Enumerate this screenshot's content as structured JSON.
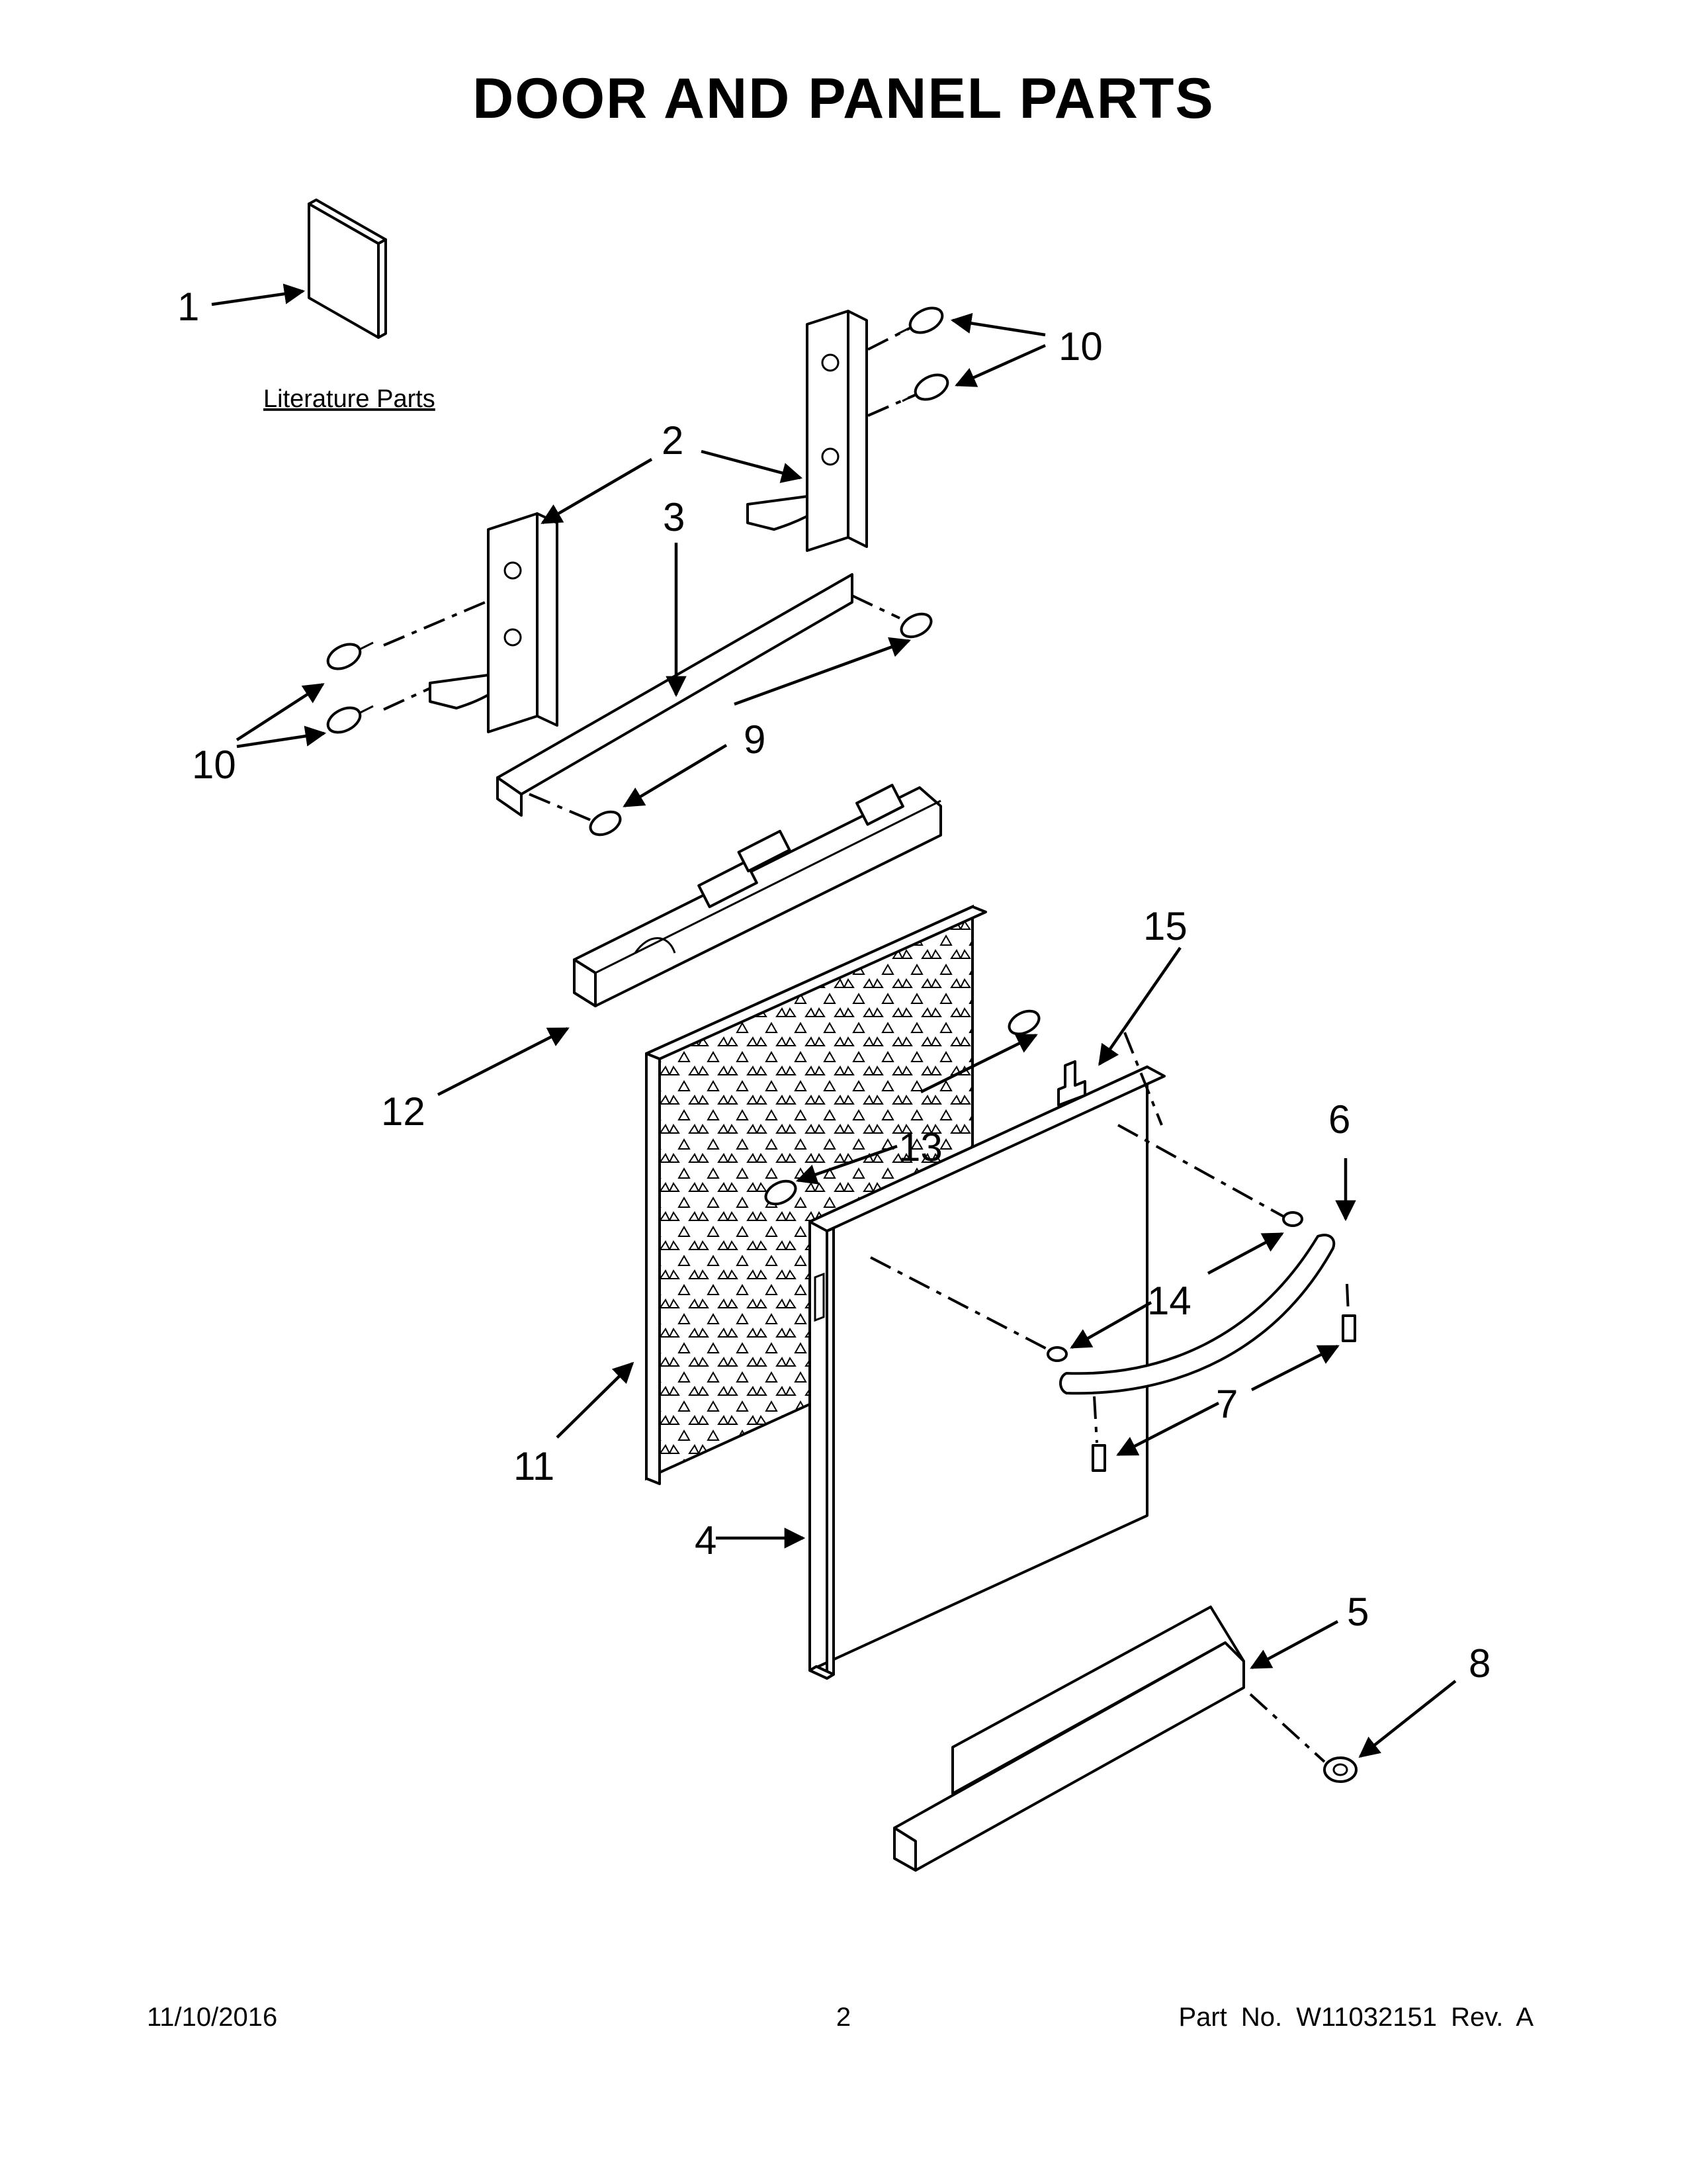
{
  "header": {
    "title": "DOOR AND PANEL PARTS"
  },
  "diagram": {
    "literature_label": "Literature Parts",
    "callouts": {
      "c1": "1",
      "c2": "2",
      "c3": "3",
      "c4": "4",
      "c5": "5",
      "c6": "6",
      "c7": "7",
      "c8": "8",
      "c9": "9",
      "c10a": "10",
      "c10b": "10",
      "c11": "11",
      "c12": "12",
      "c13": "13",
      "c14": "14",
      "c15": "15"
    }
  },
  "footer": {
    "date": "11/10/2016",
    "page_number": "2",
    "part_info": "Part No. W11032151 Rev. A"
  }
}
